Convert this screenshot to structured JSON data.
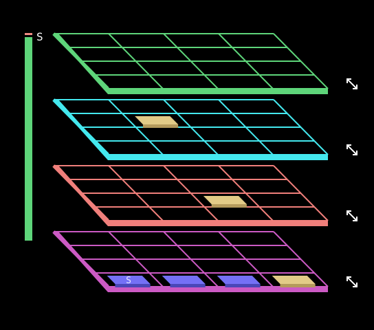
{
  "colors": {
    "background": "#000000",
    "meter": "#5ed57a",
    "meter_cap": "#f08a82",
    "piece_tan": "#e2cb87",
    "piece_tan_dark": "#b49a5c",
    "piece_blue": "#7470f6",
    "piece_blue_dark": "#4a47b8",
    "arrow": "#ffffff"
  },
  "hud": {
    "meter_label": "S",
    "meter_level": 0.99
  },
  "board": {
    "rows": 4,
    "cols": 4,
    "layers": [
      {
        "name": "layer-1",
        "color": "#5ed57a",
        "pieces": []
      },
      {
        "name": "layer-2",
        "color": "#44e8ee",
        "pieces": [
          {
            "row": 2,
            "col": 2,
            "kind": "tan"
          }
        ]
      },
      {
        "name": "layer-3",
        "color": "#f07f7b",
        "pieces": [
          {
            "row": 3,
            "col": 3,
            "kind": "tan"
          }
        ]
      },
      {
        "name": "layer-4",
        "color": "#cc5ac4",
        "pieces": [
          {
            "row": 4,
            "col": 1,
            "kind": "blue",
            "mark": "S"
          },
          {
            "row": 4,
            "col": 2,
            "kind": "blue"
          },
          {
            "row": 4,
            "col": 3,
            "kind": "blue"
          },
          {
            "row": 4,
            "col": 4,
            "kind": "tan"
          }
        ]
      }
    ],
    "rotate_icon": "diagonal-double-arrow-icon"
  }
}
